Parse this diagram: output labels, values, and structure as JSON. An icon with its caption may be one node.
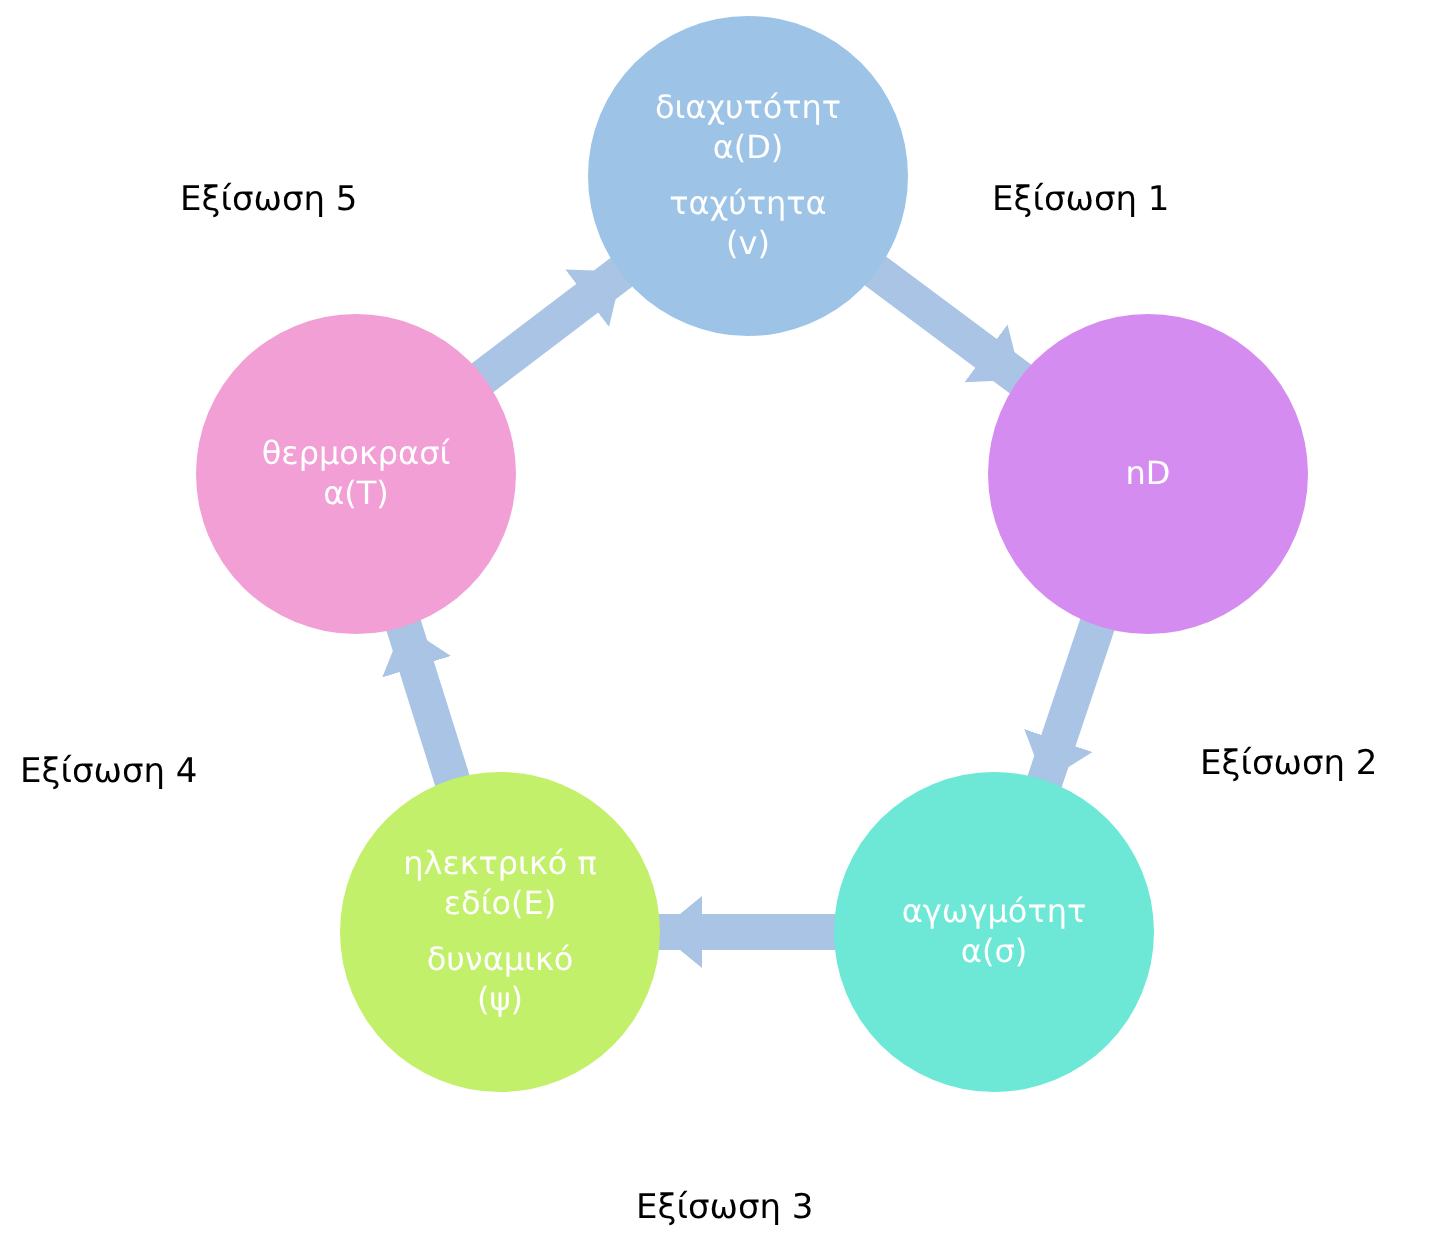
{
  "diagram": {
    "nodes": [
      {
        "text": [
          "διαχυτότητα(D)",
          "ταχύτητα (v)"
        ]
      },
      {
        "text": [
          "nD"
        ]
      },
      {
        "text": [
          "αγωγμότητα(σ)"
        ]
      },
      {
        "text": [
          "ηλεκτρικό πεδίο(E)",
          "δυναμικό (ψ)"
        ]
      },
      {
        "text": [
          "θερμοκρασία(T)"
        ]
      }
    ],
    "edges": [
      {
        "from": 0,
        "to": 1,
        "arrow": "to"
      },
      {
        "from": 1,
        "to": 2,
        "arrow": "to"
      },
      {
        "from": 2,
        "to": 3,
        "arrow": "to"
      },
      {
        "from": 3,
        "to": 4,
        "arrow": "to"
      },
      {
        "from": 4,
        "to": 0,
        "arrow": "to"
      }
    ],
    "labels": [
      "Εξίσωση 5",
      "Εξίσωση 1",
      "Εξίσωση 4",
      "Εξίσωση 2",
      "Εξίσωση 3"
    ]
  }
}
